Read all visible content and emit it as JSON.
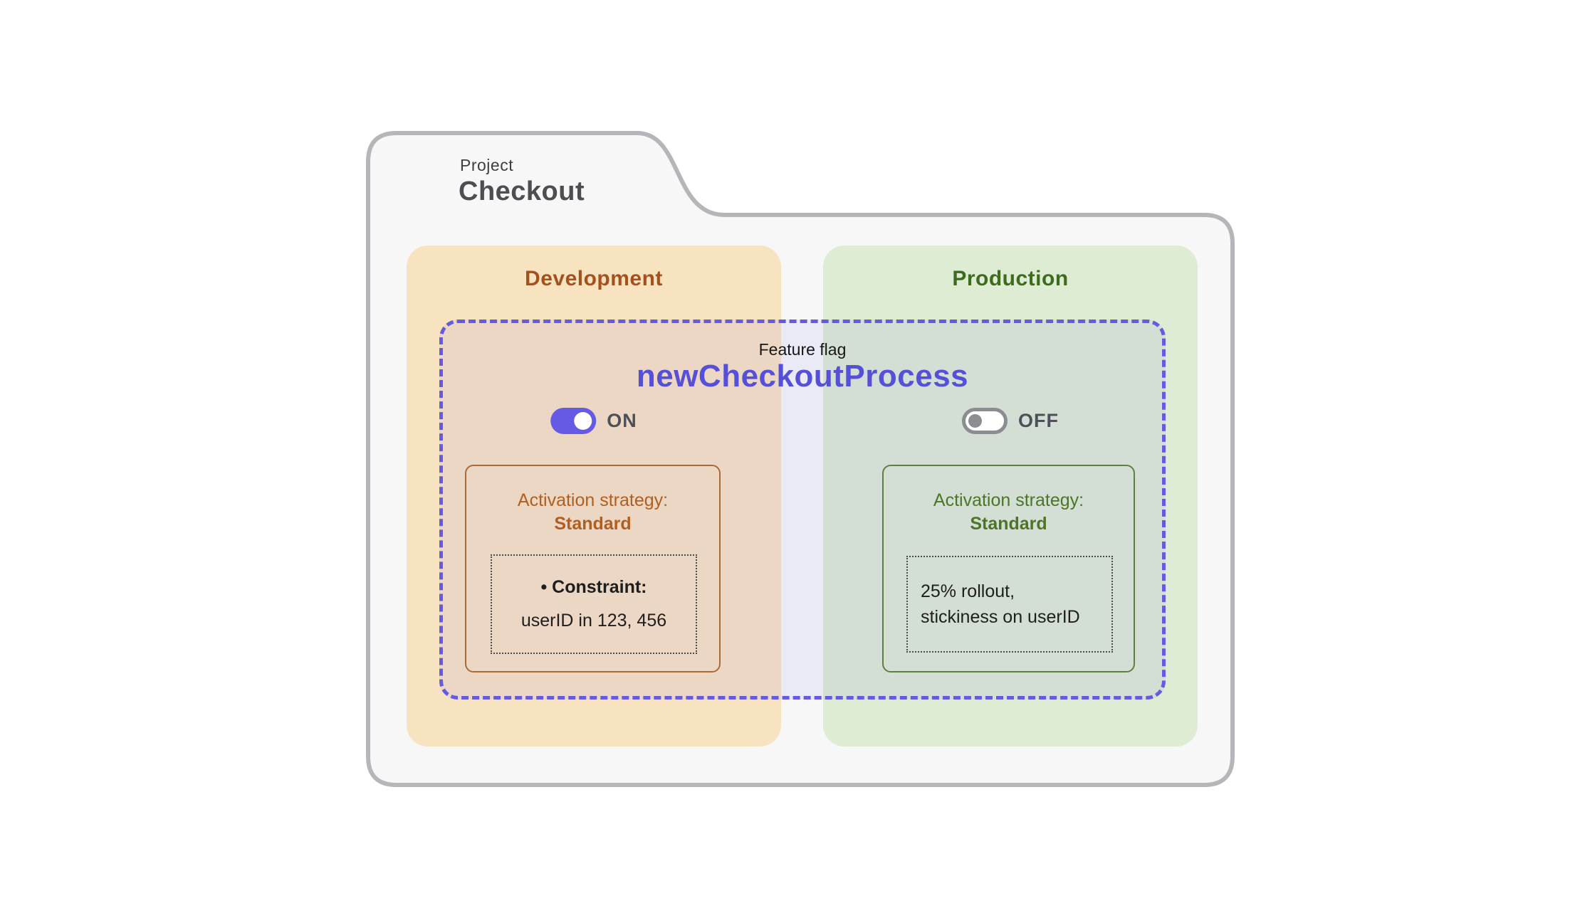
{
  "project": {
    "label": "Project",
    "name": "Checkout"
  },
  "feature_flag": {
    "label": "Feature flag",
    "name": "newCheckoutProcess"
  },
  "environments": [
    {
      "name": "Development",
      "toggle_state": "ON",
      "strategy": {
        "label": "Activation strategy:",
        "type": "Standard",
        "lines": [
          "• Constraint:",
          "userID in 123, 456"
        ]
      }
    },
    {
      "name": "Production",
      "toggle_state": "OFF",
      "strategy": {
        "label": "Activation strategy:",
        "type": "Standard",
        "lines": [
          "25% rollout,",
          "stickiness on userID"
        ]
      }
    }
  ],
  "colors": {
    "accent_purple": "#564fd8",
    "development_accent": "#a3511d",
    "production_accent": "#3e6b1e",
    "development_fill": "#f8e3c0",
    "production_fill": "#ddecd2",
    "folder_fill": "#f7f7f8",
    "folder_stroke": "#b6b6ba"
  }
}
